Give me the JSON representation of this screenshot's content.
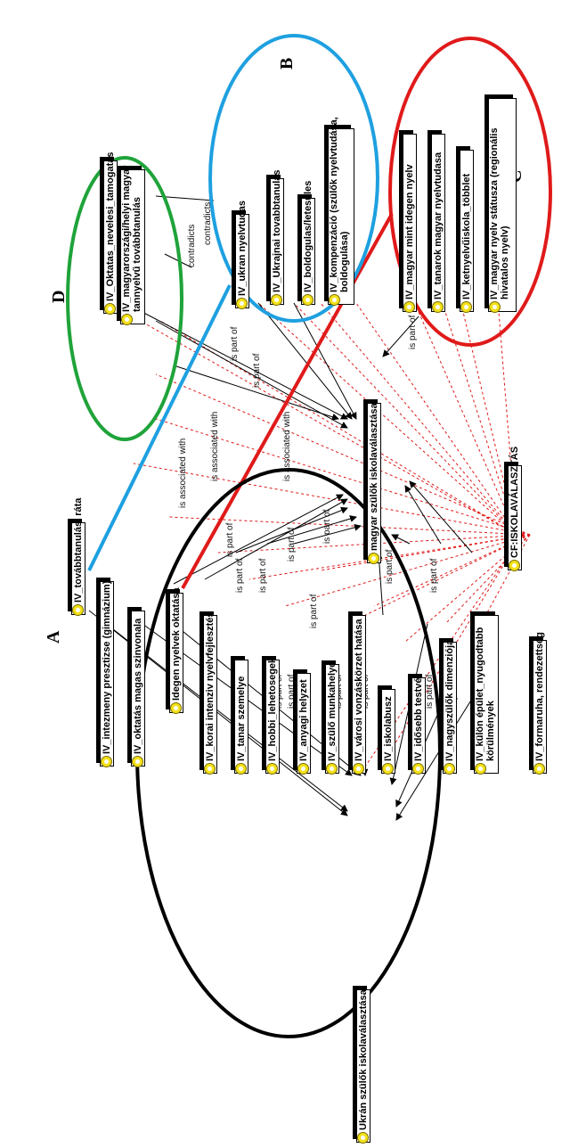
{
  "regions": {
    "A": "A",
    "B": "B",
    "C": "C",
    "D": "D"
  },
  "colors": {
    "A": "#000000",
    "B": "#1ea0e0",
    "C": "#e01a1a",
    "D": "#1fa33a",
    "dashed_links": "#e01a1a"
  },
  "nodes": {
    "tovabbtanulasi": "IV_továbbtanulási ráta",
    "intezmeny": "IV_intezmeny presztizse (gimnázium)",
    "oktatas_magas": "IV_oktatás magas szinvonala",
    "idegen_nyelvek": "Idegen nyelvek oktatása",
    "korai_intenziv": "IV_korai intenziv nyelvfejlesztés",
    "tanar_szemelye": "IV_tanar szemelye",
    "hobbi": "IV_hobbi_lehetosegek",
    "anyagi": "IV_anyagi helyzet",
    "szulo_munkahelye": "IV_szülő munkahelye",
    "varosi": "IV_városi vonzáskörzet hatása",
    "iskolabusz": "IV_iskolabusz",
    "idosebb": "IV_idősebb testvér",
    "nagyszulok": "IV_nagyszülők dimenziója",
    "kulon_epulet_1": "IV_külön épület_nyugodtabb",
    "kulon_epulet_2": "körülmények",
    "formaruha": "IV_formaruha, rendezettség",
    "ukran_szulok": "Ukrán szülők iskolaválasztása",
    "magyar_szulok": "magyar szülők iskolaválasztása",
    "cf": "CF:ISKOLAVÁLASZTÁS",
    "oktatas_nevelesi": "IV_Oktatas_nevelesi_tamogatas",
    "magyarorszagi_1": "IV_magyarországi/helyi magyar",
    "magyarorszagi_2": "tannyelvű továbbtanulás",
    "ukran_nyelvtudas": "IV_ukran nyelvtudas",
    "ukrajnai": "IV_Ukrajnai tovabbtanulas",
    "boldogulas": "IV_boldogulas/letesules",
    "kompenzacio_1": "IV_kompenzáció (szülők nyelvtudása,",
    "kompenzacio_2": "boldogulása)",
    "magyar_idegen": "IV_magyar mint idegen nyelv",
    "tanarok_magyar": "IV_tanarok magyar nyelvtudasa",
    "ketnyelvu": "IV_ketnyelvűiskola_többlet",
    "magyar_statusz_1": "IV_magyar nyelv státusza (regionális",
    "magyar_statusz_2": "hivatalos nyelv)"
  },
  "edge_labels": {
    "is_part_of": "is part of",
    "is_associated_with": "is associated with",
    "contradicts": "contradicts"
  }
}
